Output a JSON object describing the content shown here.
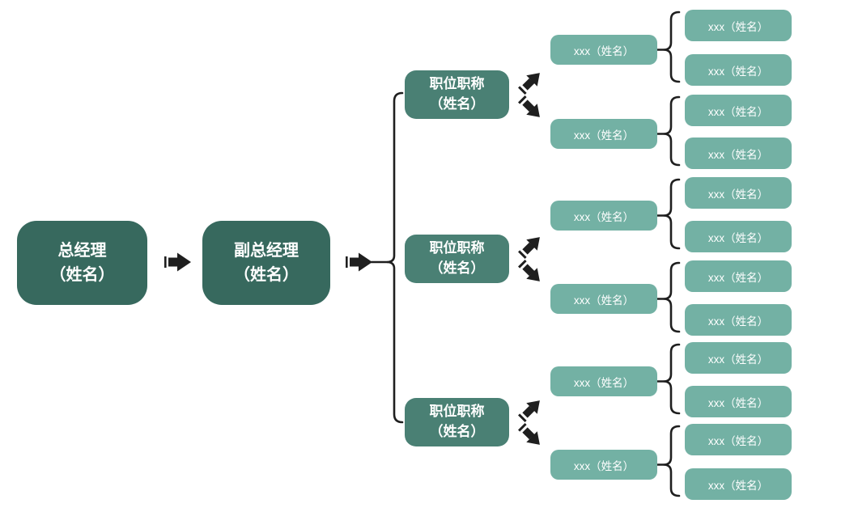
{
  "colors": {
    "level1-fill": "#37695e",
    "level3-fill": "#4a8074",
    "level4-fill": "#73b1a4",
    "node-text": "#ffffff",
    "connector": "#1f1f1f",
    "canvas-bg": "#ffffff"
  },
  "nodes": {
    "level1": {
      "label": "总经理\n（姓名）"
    },
    "level2": {
      "label": "副总经理\n（姓名）"
    },
    "level3": [
      {
        "label": "职位职称\n（姓名）"
      },
      {
        "label": "职位职称\n（姓名）"
      },
      {
        "label": "职位职称\n（姓名）"
      }
    ],
    "level4": [
      {
        "label": "xxx（姓名）"
      },
      {
        "label": "xxx（姓名）"
      },
      {
        "label": "xxx（姓名）"
      },
      {
        "label": "xxx（姓名）"
      },
      {
        "label": "xxx（姓名）"
      },
      {
        "label": "xxx（姓名）"
      }
    ],
    "level5": [
      {
        "label": "xxx（姓名）"
      },
      {
        "label": "xxx（姓名）"
      },
      {
        "label": "xxx（姓名）"
      },
      {
        "label": "xxx（姓名）"
      },
      {
        "label": "xxx（姓名）"
      },
      {
        "label": "xxx（姓名）"
      },
      {
        "label": "xxx（姓名）"
      },
      {
        "label": "xxx（姓名）"
      },
      {
        "label": "xxx（姓名）"
      },
      {
        "label": "xxx（姓名）"
      },
      {
        "label": "xxx（姓名）"
      },
      {
        "label": "xxx（姓名）"
      }
    ]
  }
}
